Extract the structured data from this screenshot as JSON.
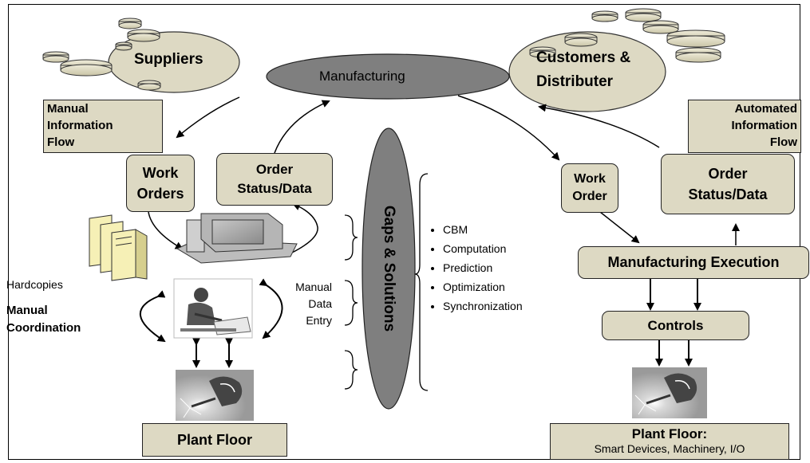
{
  "suppliers": "Suppliers",
  "manufacturing": "Manufacturing",
  "customers": "Customers &\nDistributer",
  "manual_info_flow": "Manual\nInformation\nFlow",
  "automated_info_flow": "Automated\nInformation\nFlow",
  "left_work_orders": "Work\nOrders",
  "left_order_status": "Order\nStatus/Data",
  "right_work_order": "Work\nOrder",
  "right_order_status": "Order\nStatus/Data",
  "gaps_solutions": "Gaps & Solutions",
  "solutions": [
    "CBM",
    "Computation",
    "Prediction",
    "Optimization",
    "Synchronization"
  ],
  "hardcopies": "Hardcopies",
  "manual_coordination": "Manual\nCoordination",
  "manual_data_entry": "Manual\nData\nEntry",
  "manufacturing_execution": "Manufacturing Execution",
  "controls": "Controls",
  "left_plant_floor": "Plant Floor",
  "right_plant_floor_title": "Plant Floor:",
  "right_plant_floor_sub": "Smart Devices, Machinery, I/O",
  "colors": {
    "box_fill": "#ddd9c3",
    "ellipse_dark": "#7f7f7f",
    "cloud": "#ddd9c3"
  },
  "icons": [
    "database-disk-icon",
    "computer-icon",
    "server-tower-icon",
    "office-worker-icon",
    "welder-icon"
  ]
}
